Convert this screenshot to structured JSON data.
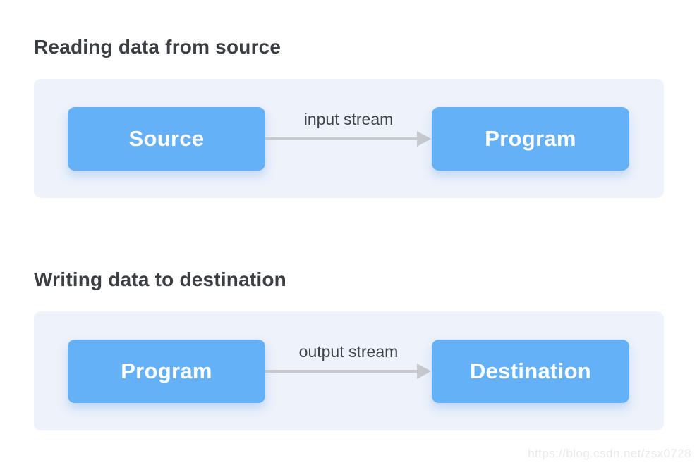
{
  "colors": {
    "box_blue": "#64B1F8",
    "panel_bg": "#EDF2FB",
    "title_text": "#3B3E42",
    "label_text": "#3F4449",
    "arrow_gray": "#C7C9CC",
    "box_text": "#FFFFFF",
    "watermark_text": "#E9E9E9"
  },
  "diagrams": [
    {
      "title": "Reading data from source",
      "left_box": "Source",
      "arrow_label": "input stream",
      "right_box": "Program"
    },
    {
      "title": "Writing data to destination",
      "left_box": "Program",
      "arrow_label": "output stream",
      "right_box": "Destination"
    }
  ],
  "watermark": "https://blog.csdn.net/zsx0728"
}
